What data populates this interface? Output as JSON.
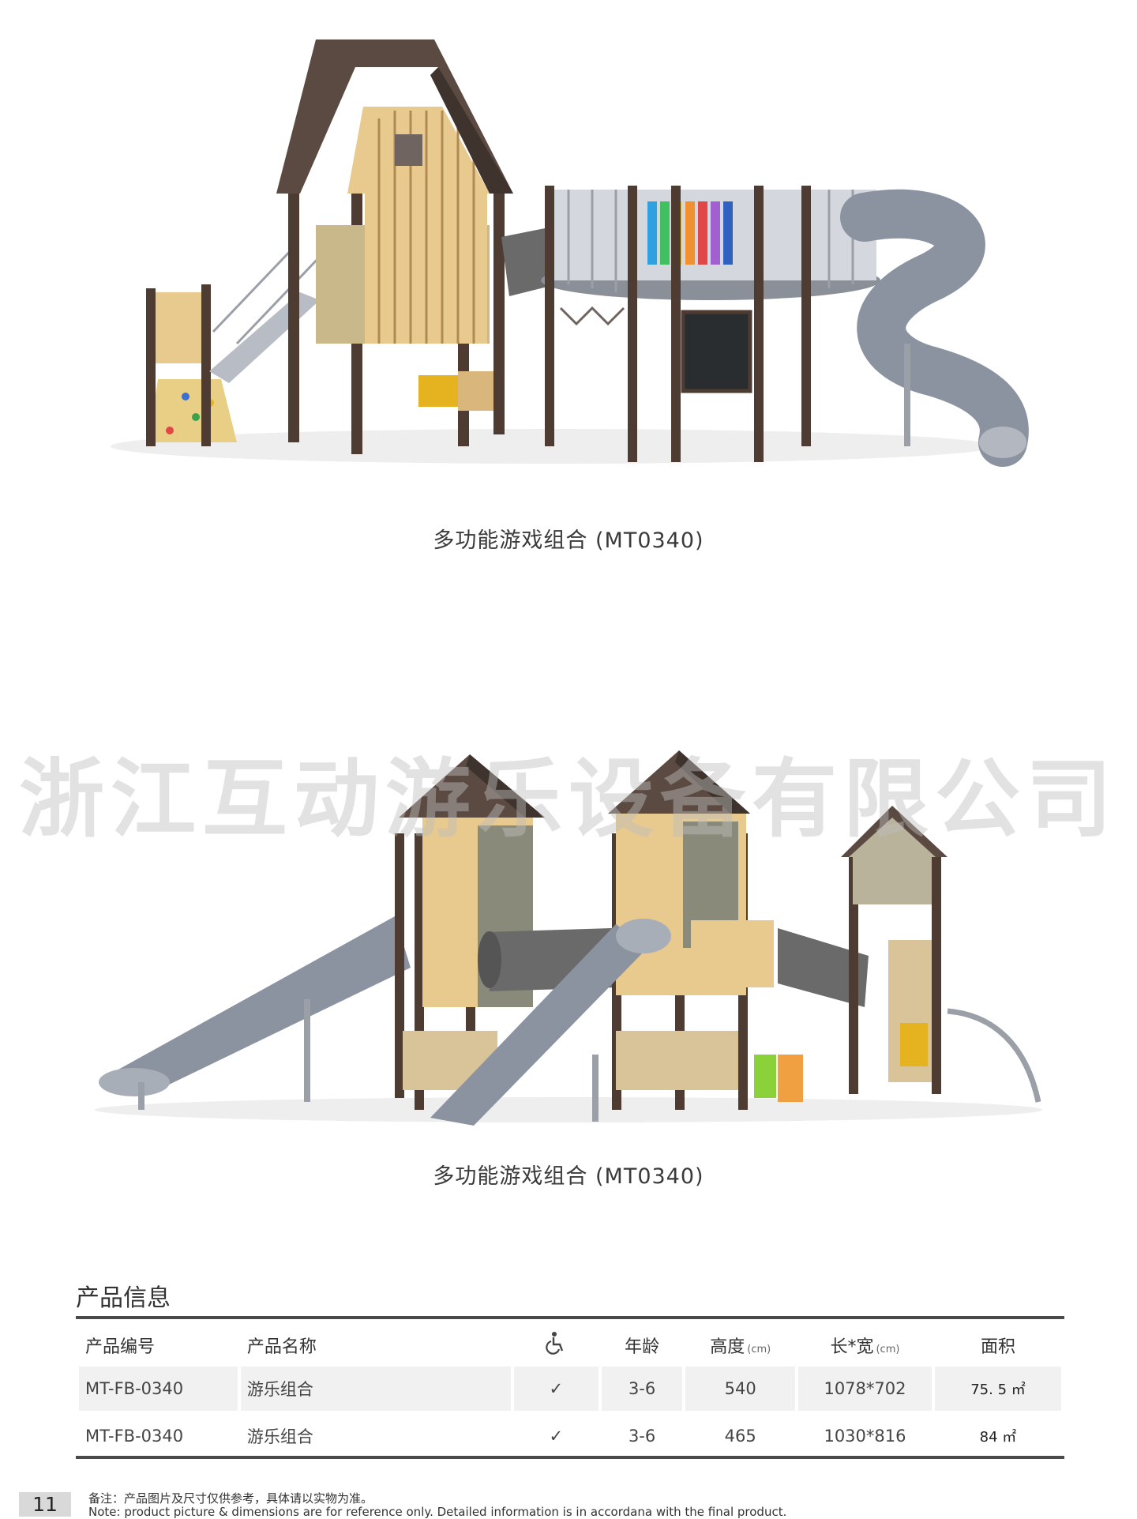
{
  "products": [
    {
      "caption": "多功能游戏组合 (MT0340)"
    },
    {
      "caption": "多功能游戏组合 (MT0340)"
    }
  ],
  "watermark": "浙江互动游乐设备有限公司",
  "section_title": "产品信息",
  "table": {
    "headers": {
      "code": "产品编号",
      "name": "产品名称",
      "accessible_icon": "wheelchair-icon",
      "age": "年龄",
      "height": "高度",
      "height_unit": "(cm)",
      "size": "长*宽",
      "size_unit": "(cm)",
      "area": "面积"
    },
    "rows": [
      {
        "code": "MT-FB-0340",
        "name": "游乐组合",
        "check": "✓",
        "age": "3-6",
        "height": "540",
        "size": "1078*702",
        "area": "75. 5 ㎡"
      },
      {
        "code": "MT-FB-0340",
        "name": "游乐组合",
        "check": "✓",
        "age": "3-6",
        "height": "465",
        "size": "1030*816",
        "area": "84 ㎡"
      }
    ]
  },
  "footer": {
    "page_number": "11",
    "note_cn": "备注：产品图片及尺寸仅供参考，具体请以实物为准。",
    "note_en": "Note: product picture & dimensions are for reference only. Detailed information is in accordana with the final product."
  },
  "colors": {
    "roof": "#5a4a42",
    "post": "#4e3b31",
    "wood": "#e8c98e",
    "slide": "#8c93a0",
    "rail": "#b8bcc4"
  }
}
